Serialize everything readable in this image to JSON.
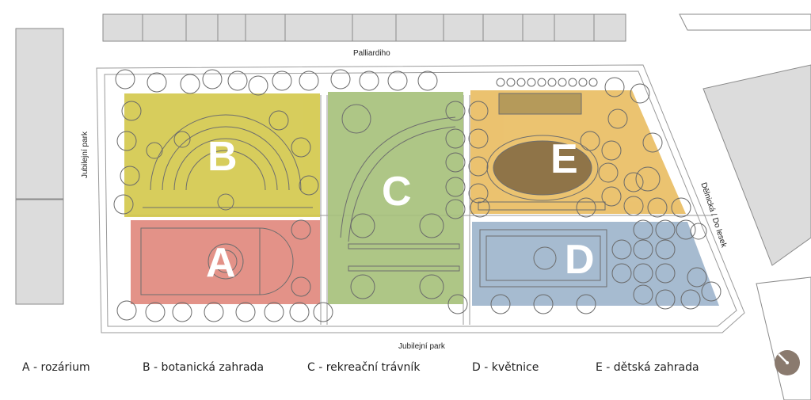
{
  "streets": {
    "top": "Palliardiho",
    "left": "Jubilejní park",
    "bottom": "Jubilejní park",
    "right": "Dělnická / Do lesek"
  },
  "zones": [
    {
      "letter": "A",
      "color": "#e0877c"
    },
    {
      "letter": "B",
      "color": "#d3c84a"
    },
    {
      "letter": "C",
      "color": "#a6c07a"
    },
    {
      "letter": "D",
      "color": "#9db4cc"
    },
    {
      "letter": "E",
      "color": "#e9bc60"
    }
  ],
  "legend": [
    {
      "text": "A - rozárium"
    },
    {
      "text": "B - botanická zahrada"
    },
    {
      "text": "C - rekreační trávník"
    },
    {
      "text": "D - květnice"
    },
    {
      "text": "E - dětská zahrada"
    }
  ],
  "compass_icon": "north-arrow-icon"
}
